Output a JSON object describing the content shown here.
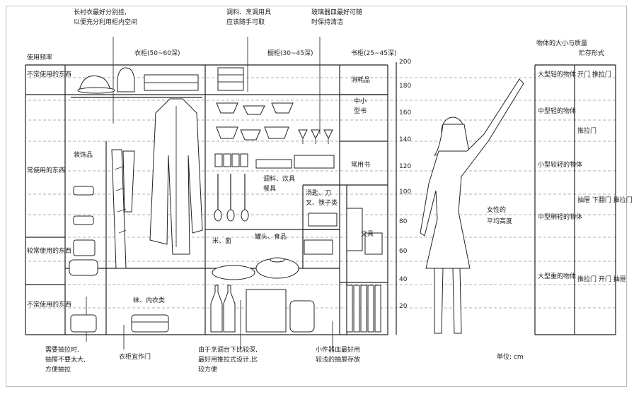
{
  "top_annotations": {
    "closet_note": [
      "长衬衣最好分别挂,",
      "以便充分利用柜内空间"
    ],
    "cabinet_note": [
      "调料、烹调用具",
      "应该随手可取"
    ],
    "glass_note": [
      "玻璃器皿最好可随",
      "时保持清洁"
    ]
  },
  "left_column": {
    "header": "使用频率",
    "rows": [
      "不常使用的东西",
      "常使用的东西",
      "较常使用的东西",
      "不常使用的东西"
    ]
  },
  "section_headers": {
    "closet": "衣柜(50~60深)",
    "cabinet": "橱柜(30~45深)",
    "shelf": "书柜(25~45深)"
  },
  "closet_labels": {
    "accessories": "装饰品",
    "underwear": "袜、内衣类"
  },
  "cabinet_labels": {
    "seasoning": [
      "调料、炊具",
      "餐具"
    ],
    "cutlery": [
      "汤匙、刀",
      "叉、筷子类"
    ],
    "rice": "米、面",
    "cans": "罐头、食品",
    "tableware": "文具"
  },
  "shelf_labels": {
    "consumables": "消耗品",
    "small_books": [
      "中小",
      "型书"
    ],
    "common_books": "常用书"
  },
  "height_scale": {
    "ticks": [
      "200",
      "180",
      "160",
      "140",
      "120",
      "100",
      "80",
      "60",
      "40",
      "20"
    ],
    "person_label": [
      "女性的",
      "平均高度"
    ]
  },
  "right_columns": {
    "header_size": "物体的大小与质量",
    "header_form": "贮存形式",
    "size_rows": [
      "大型轻的物体",
      "中型轻的物体",
      "小型较轻的物体",
      "中型稍轻的物体",
      "大型重的物体"
    ],
    "form_rows": [
      "开门 推拉门",
      "推拉门",
      "抽屉 下翻门 推拉门",
      "推拉门 开门 抽屉"
    ]
  },
  "bottom_notes": {
    "drawer_note": [
      "需要抽拉时,",
      "抽屉不要太大,",
      "方便抽拉"
    ],
    "closet_door_note": "衣柜宜作门",
    "lower_cabinet_note": [
      "由于烹调台下比较深,",
      "最好用推拉式设计,比",
      "较方便"
    ],
    "glass_storage_note": [
      "小件器皿最好用",
      "较浅的抽屉存放"
    ],
    "unit_note": "单位: cm"
  }
}
